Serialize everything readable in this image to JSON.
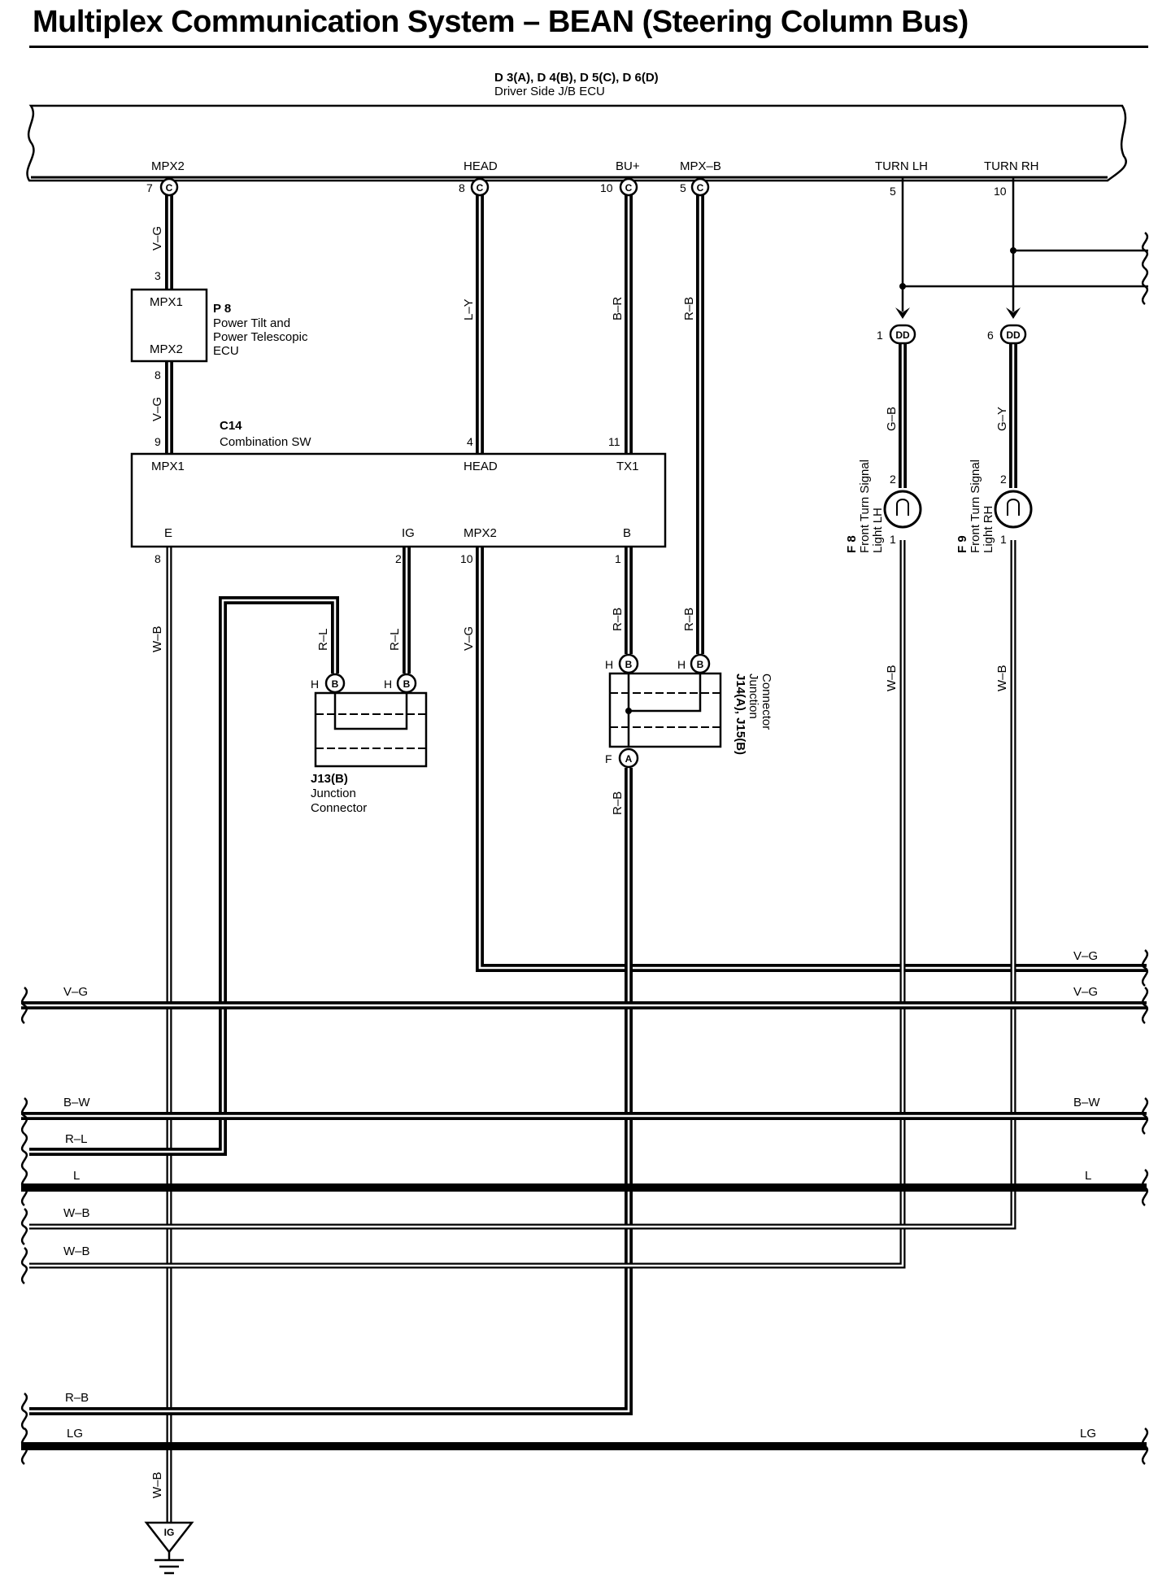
{
  "title": "Multiplex Communication System – BEAN (Steering Column Bus)",
  "ecu": {
    "codes": "D 3(A), D 4(B), D 5(C), D 6(D)",
    "name": "Driver Side J/B ECU",
    "terminals": [
      {
        "name": "MPX2",
        "pin": "7",
        "conn": "C"
      },
      {
        "name": "HEAD",
        "pin": "8",
        "conn": "C"
      },
      {
        "name": "BU+",
        "pin": "10",
        "conn": "C"
      },
      {
        "name": "MPX–B",
        "pin": "5",
        "conn": "C"
      },
      {
        "name": "TURN LH",
        "pin": "5",
        "conn": ""
      },
      {
        "name": "TURN RH",
        "pin": "10",
        "conn": ""
      }
    ]
  },
  "p8": {
    "code": "P 8",
    "name_lines": [
      "Power Tilt and",
      "Power Telescopic",
      "ECU"
    ],
    "term_top": "MPX1",
    "term_bottom": "MPX2",
    "pin_top": "3",
    "pin_bottom": "8"
  },
  "c14": {
    "code": "C14",
    "name": "Combination SW",
    "top_terms": [
      {
        "name": "MPX1",
        "pin": "9"
      },
      {
        "name": "HEAD",
        "pin": "4"
      },
      {
        "name": "TX1",
        "pin": "11"
      }
    ],
    "bottom_terms": [
      {
        "name": "E",
        "pin": "8"
      },
      {
        "name": "IG",
        "pin": "2"
      },
      {
        "name": "MPX2",
        "pin": "10"
      },
      {
        "name": "B",
        "pin": "1"
      }
    ]
  },
  "j13": {
    "code": "J13(B)",
    "name_lines": [
      "Junction",
      "Connector"
    ],
    "pin_left": "H",
    "pin_right": "H",
    "conn": "B"
  },
  "j14": {
    "code": "J14(A), J15(B)",
    "name_lines": [
      "Junction",
      "Connector"
    ],
    "pin_top_left": "H",
    "pin_top_right": "H",
    "conn_top": "B",
    "pin_bottom": "F",
    "conn_bottom": "A"
  },
  "f8": {
    "code": "F 8",
    "name_lines": [
      "Front Turn Signal",
      "Light LH"
    ],
    "conn_pin": "1",
    "conn": "DD",
    "pin_top": "2",
    "pin_bottom": "1"
  },
  "f9": {
    "code": "F 9",
    "name_lines": [
      "Front Turn Signal",
      "Light RH"
    ],
    "conn_pin": "6",
    "conn": "DD",
    "pin_top": "2",
    "pin_bottom": "1"
  },
  "wire_colors": {
    "mpx2_upper": "V–G",
    "mpx2_lower": "V–G",
    "head": "L–Y",
    "bu": "B–R",
    "mpxb": "R–B",
    "f8_feed": "G–B",
    "f9_feed": "G–Y",
    "ground_e": "W–B",
    "ground_lower": "W–B",
    "ig_left": "R–L",
    "ig_right": "R–L",
    "mpx2_out": "V–G",
    "b_out": "R–B",
    "j14_right": "R–B",
    "j14_out": "R–B",
    "f8_ground": "W–B",
    "f9_ground": "W–B"
  },
  "harness": {
    "left": [
      "V–G",
      "B–W",
      "R–L",
      "L",
      "W–B",
      "W–B",
      "R–B",
      "LG"
    ],
    "right": [
      "V–G",
      "V–G",
      "B–W",
      "L",
      "LG"
    ]
  },
  "ground": {
    "label": "IG"
  }
}
